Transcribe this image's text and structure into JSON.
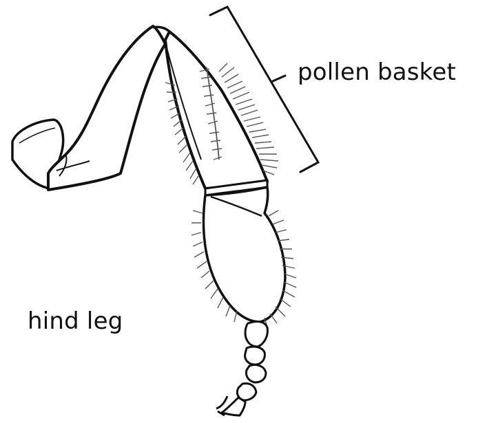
{
  "diagram": {
    "labels": {
      "pollen_basket": "pollen basket",
      "hind_leg": "hind leg"
    },
    "colors": {
      "outline": "#111111",
      "hair": "#555555",
      "background": "#ffffff"
    },
    "icons": {
      "figure": "bee-hind-leg-illustration",
      "bracket": "bracket-icon"
    }
  }
}
